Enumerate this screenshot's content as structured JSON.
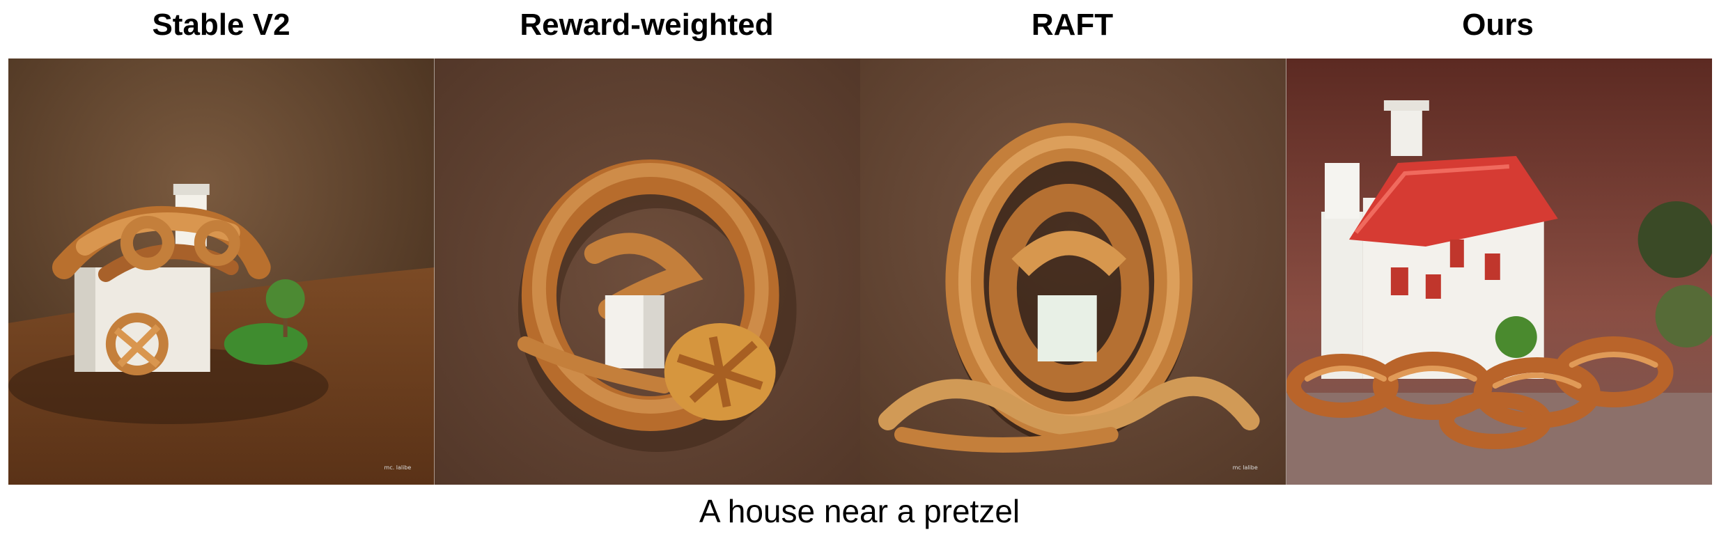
{
  "columns": [
    {
      "title": "Stable V2"
    },
    {
      "title": "Reward-weighted"
    },
    {
      "title": "RAFT"
    },
    {
      "title": "Ours"
    }
  ],
  "caption": "A house near a pretzel",
  "colors": {
    "background_dark_brown": "#5a3a26",
    "pretzel": "#c47f3b",
    "pretzel_highlight": "#e7ad6a",
    "house_white": "#f2f0ea",
    "roof_red": "#d63b33",
    "grass_green": "#3f8c2f"
  }
}
